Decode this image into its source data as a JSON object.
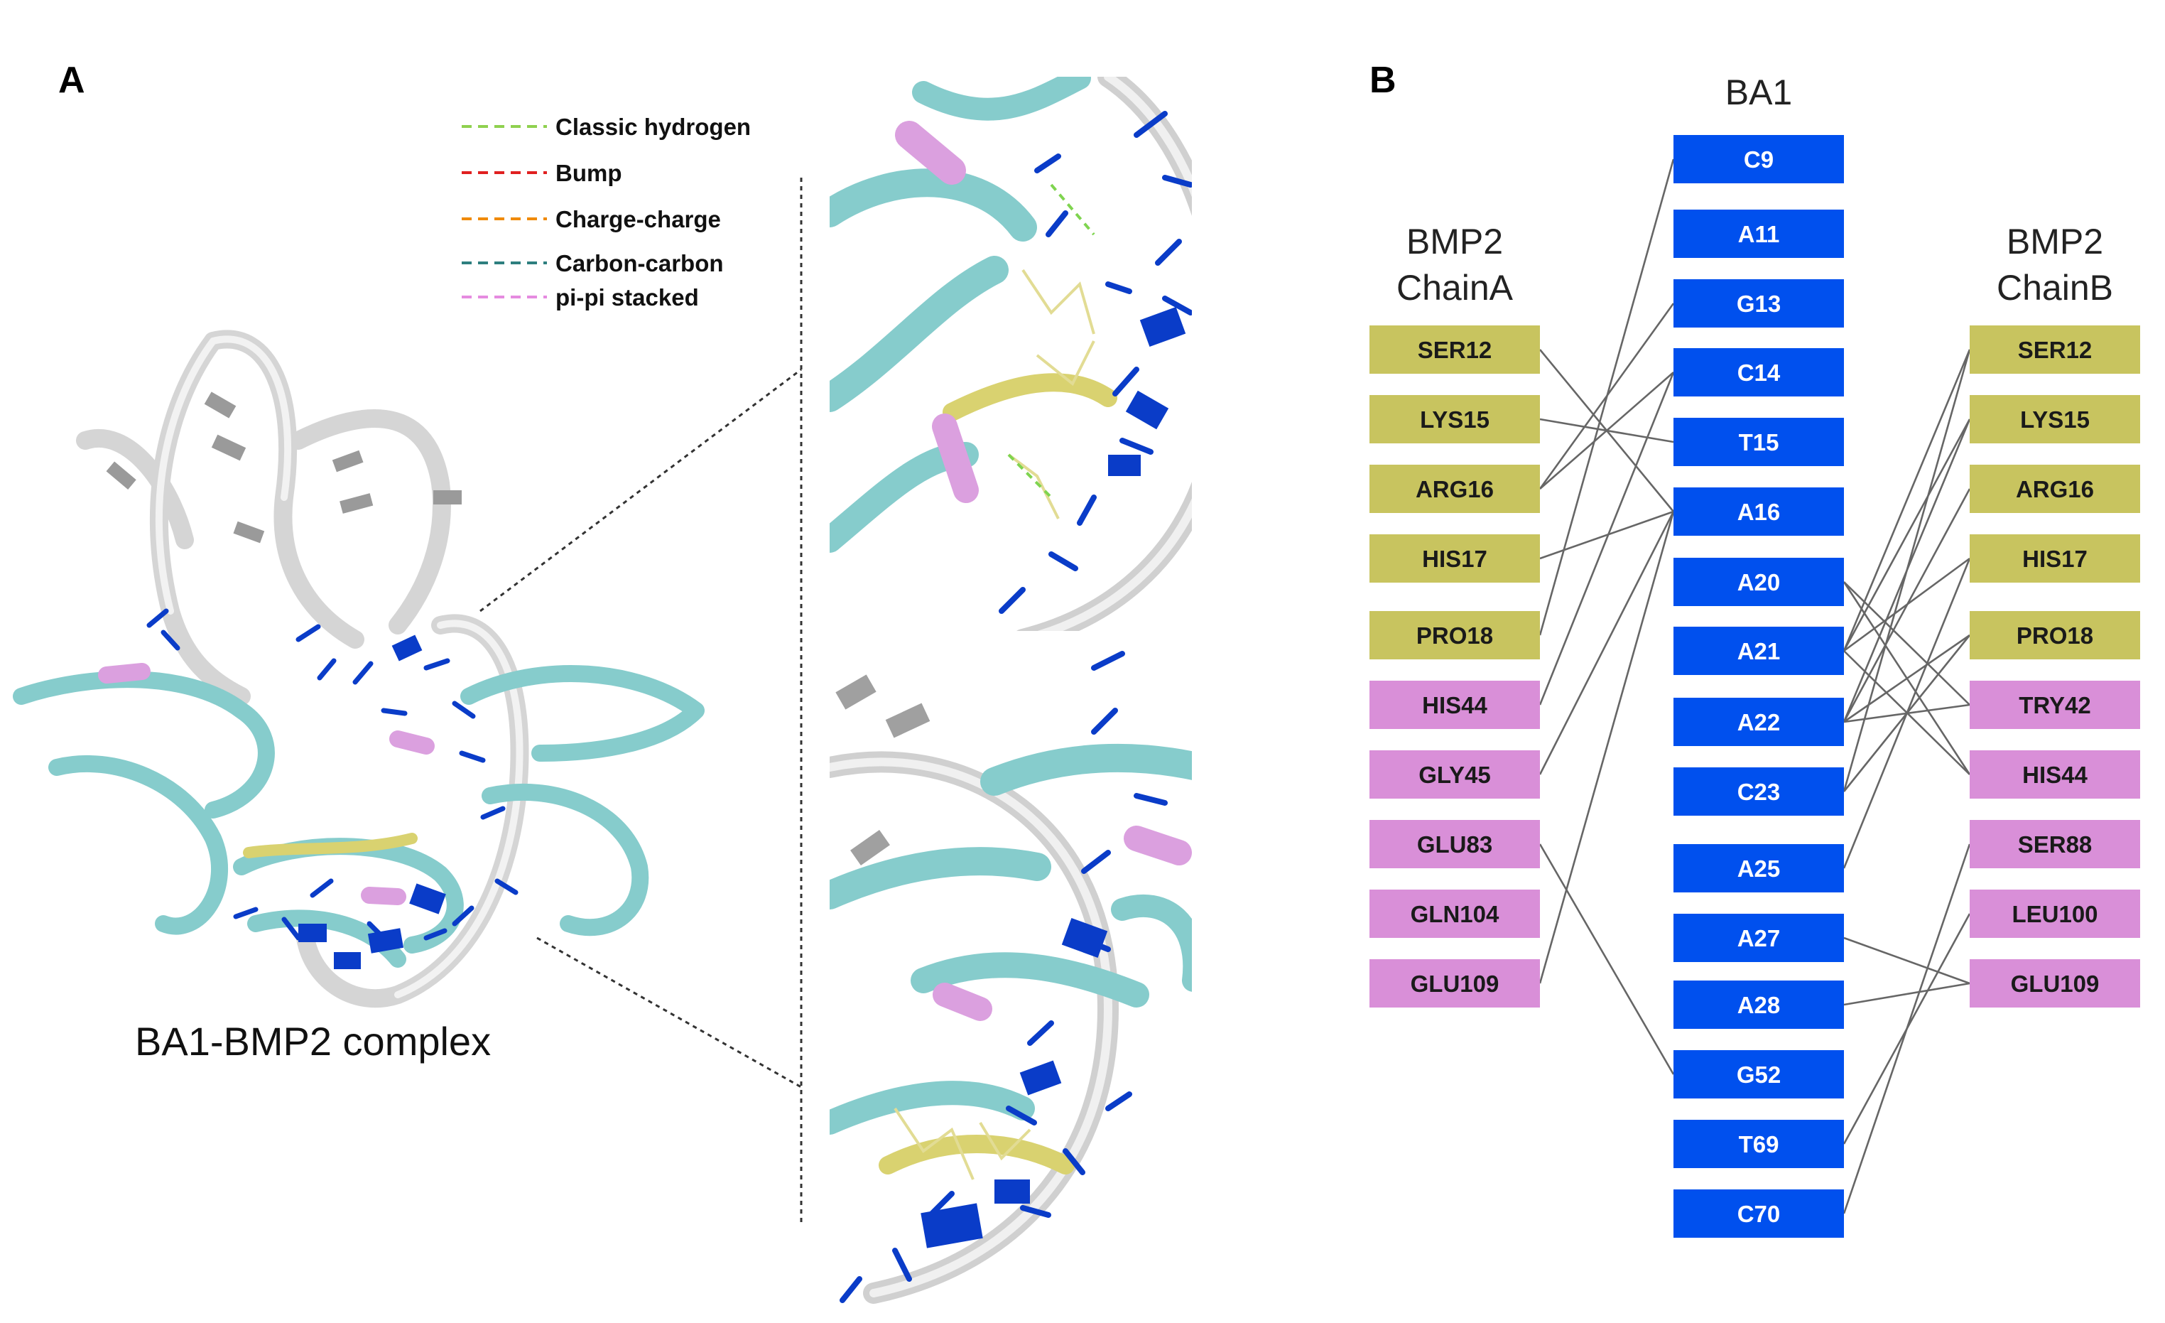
{
  "panel_a": {
    "letter": "A",
    "caption": "BA1-BMP2 complex",
    "legend": [
      {
        "label": "Classic hydrogen",
        "color": "#8fd14f"
      },
      {
        "label": "Bump",
        "color": "#e02020"
      },
      {
        "label": "Charge-charge",
        "color": "#f08a00"
      },
      {
        "label": "Carbon-carbon",
        "color": "#2e7f7f"
      },
      {
        "label": "pi-pi stacked",
        "color": "#e58be0"
      }
    ]
  },
  "panel_b": {
    "letter": "B",
    "titles": {
      "ba1": "BA1",
      "chain_a_line1": "BMP2",
      "chain_a_line2": "ChainA",
      "chain_b_line1": "BMP2",
      "chain_b_line2": "ChainB"
    },
    "colors": {
      "ba1": "#0050ee",
      "chain_yellow": "#c8c45f",
      "chain_pink": "#d98fd8",
      "link": "#666666"
    },
    "ba1": [
      "C9",
      "A11",
      "G13",
      "C14",
      "T15",
      "A16",
      "A20",
      "A21",
      "A22",
      "C23",
      "A25",
      "A27",
      "A28",
      "G52",
      "T69",
      "C70"
    ],
    "chain_a": [
      {
        "label": "SER12",
        "group": "yellow"
      },
      {
        "label": "LYS15",
        "group": "yellow"
      },
      {
        "label": "ARG16",
        "group": "yellow"
      },
      {
        "label": "HIS17",
        "group": "yellow"
      },
      {
        "label": "PRO18",
        "group": "yellow"
      },
      {
        "label": "HIS44",
        "group": "pink"
      },
      {
        "label": "GLY45",
        "group": "pink"
      },
      {
        "label": "GLU83",
        "group": "pink"
      },
      {
        "label": "GLN104",
        "group": "pink"
      },
      {
        "label": "GLU109",
        "group": "pink"
      }
    ],
    "chain_b": [
      {
        "label": "SER12",
        "group": "yellow"
      },
      {
        "label": "LYS15",
        "group": "yellow"
      },
      {
        "label": "ARG16",
        "group": "yellow"
      },
      {
        "label": "HIS17",
        "group": "yellow"
      },
      {
        "label": "PRO18",
        "group": "yellow"
      },
      {
        "label": "TRY42",
        "group": "pink"
      },
      {
        "label": "HIS44",
        "group": "pink"
      },
      {
        "label": "SER88",
        "group": "pink"
      },
      {
        "label": "LEU100",
        "group": "pink"
      },
      {
        "label": "GLU109",
        "group": "pink"
      }
    ],
    "links_a": [
      {
        "from": "SER12",
        "to": "A16"
      },
      {
        "from": "LYS15",
        "to": "T15"
      },
      {
        "from": "ARG16",
        "to": "G13"
      },
      {
        "from": "ARG16",
        "to": "C14"
      },
      {
        "from": "HIS17",
        "to": "A16"
      },
      {
        "from": "PRO18",
        "to": "C9"
      },
      {
        "from": "HIS44",
        "to": "C14"
      },
      {
        "from": "GLY45",
        "to": "A16"
      },
      {
        "from": "GLU83",
        "to": "G52"
      },
      {
        "from": "GLU109",
        "to": "A16"
      }
    ],
    "links_b": [
      {
        "from": "SER12",
        "to": "A21"
      },
      {
        "from": "SER12",
        "to": "C23"
      },
      {
        "from": "LYS15",
        "to": "A21"
      },
      {
        "from": "LYS15",
        "to": "A22"
      },
      {
        "from": "ARG16",
        "to": "A22"
      },
      {
        "from": "HIS17",
        "to": "A21"
      },
      {
        "from": "HIS17",
        "to": "A25"
      },
      {
        "from": "PRO18",
        "to": "A22"
      },
      {
        "from": "PRO18",
        "to": "C23"
      },
      {
        "from": "TRY42",
        "to": "A20"
      },
      {
        "from": "TRY42",
        "to": "A22"
      },
      {
        "from": "HIS44",
        "to": "A20"
      },
      {
        "from": "HIS44",
        "to": "A21"
      },
      {
        "from": "SER88",
        "to": "C70"
      },
      {
        "from": "LEU100",
        "to": "T69"
      },
      {
        "from": "GLU109",
        "to": "A27"
      },
      {
        "from": "GLU109",
        "to": "A28"
      }
    ]
  }
}
